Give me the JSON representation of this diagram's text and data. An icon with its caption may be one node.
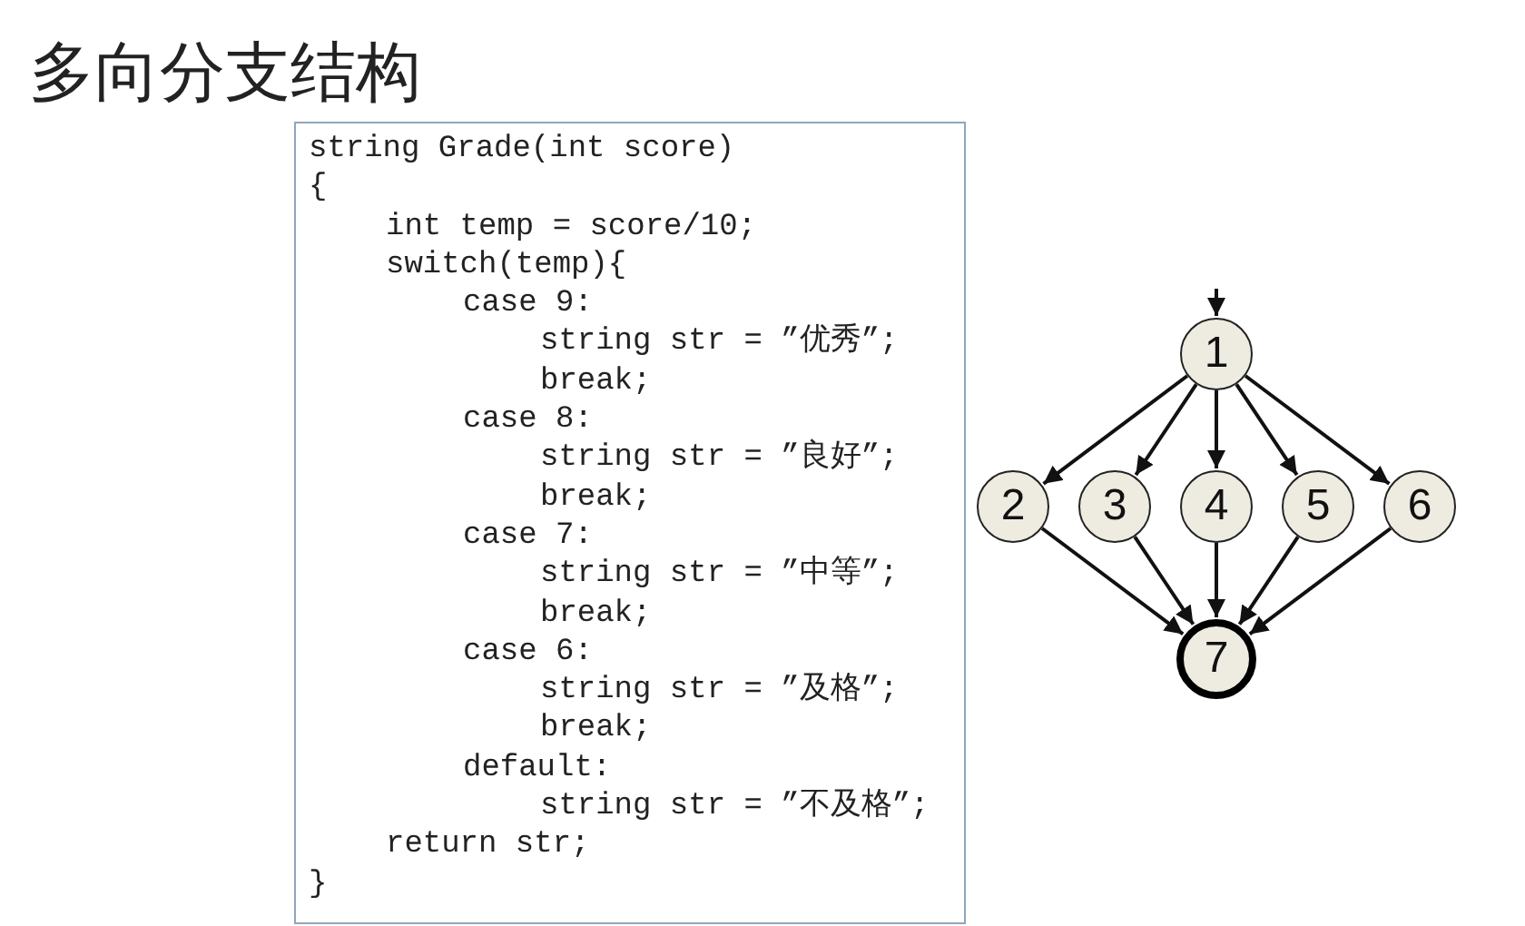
{
  "diagram": {
    "title": "多向分支结构",
    "nodes": [
      {
        "text": [
          "string Grade(int score)",
          "{",
          "int temp = score/10;",
          "switch(temp){",
          "case 9:",
          "string str = ”优秀”;",
          "break;",
          "case 8:",
          "string str = ”良好”;",
          "break;",
          "case 7:",
          "string str = ”中等”;",
          "break;",
          "case 6:",
          "string str = ”及格”;",
          "break;",
          "default:",
          "string str = ”不及格”;",
          "return str;",
          "}"
        ]
      },
      {
        "text": [
          "1"
        ]
      },
      {
        "text": [
          "2"
        ]
      },
      {
        "text": [
          "3"
        ]
      },
      {
        "text": [
          "4"
        ]
      },
      {
        "text": [
          "5"
        ]
      },
      {
        "text": [
          "6"
        ]
      },
      {
        "text": [
          "7"
        ]
      }
    ],
    "edges": [
      {
        "from": null,
        "to": 1,
        "arrow": "to"
      },
      {
        "from": 1,
        "to": 2,
        "arrow": "to"
      },
      {
        "from": 1,
        "to": 3,
        "arrow": "to"
      },
      {
        "from": 1,
        "to": 4,
        "arrow": "to"
      },
      {
        "from": 1,
        "to": 5,
        "arrow": "to"
      },
      {
        "from": 1,
        "to": 6,
        "arrow": "to"
      },
      {
        "from": 2,
        "to": 7,
        "arrow": "to"
      },
      {
        "from": 3,
        "to": 7,
        "arrow": "to"
      },
      {
        "from": 4,
        "to": 7,
        "arrow": "to"
      },
      {
        "from": 5,
        "to": 7,
        "arrow": "to"
      },
      {
        "from": 6,
        "to": 7,
        "arrow": "to"
      }
    ]
  }
}
